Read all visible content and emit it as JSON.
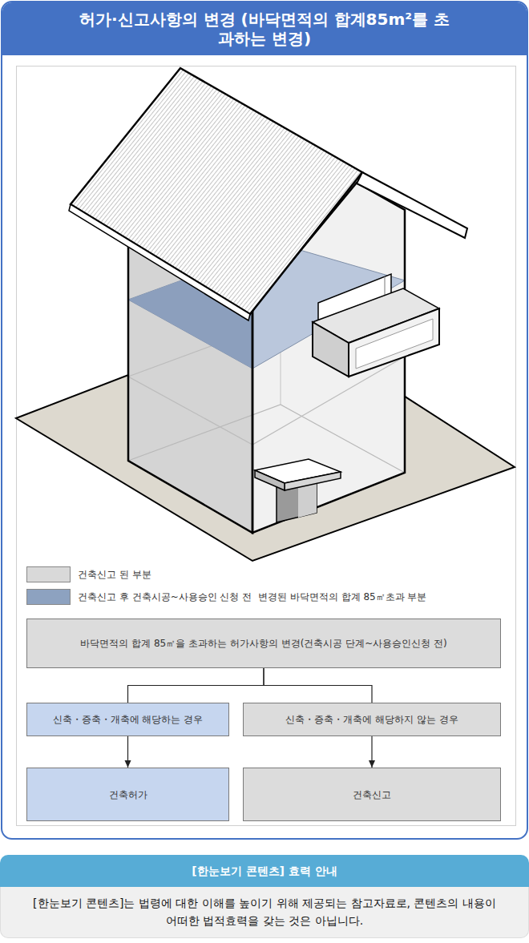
{
  "diagram": {
    "title": "허가·신고사항의 변경 (바닥면적의 합계85m²를 초과하는 변경)",
    "nodes": [
      {
        "text": [
          "바닥면적의 합계 85㎡을 초과하는 허가사항의 변경(건축시공 단계~사용승인신청 전)"
        ]
      },
      {
        "text": [
          "신축・증축・개축에 해당하는 경우"
        ]
      },
      {
        "text": [
          "신축・증축・개축에 해당하지 않는 경우"
        ]
      },
      {
        "text": [
          "건축허가"
        ]
      },
      {
        "text": [
          "건축신고"
        ]
      },
      {
        "text": [
          "[한눈보기 콘텐츠] 효력 안내",
          "[한눈보기 콘텐츠]는 법령에 대한 이해를 높이기 위해 제공되는 참고자료로, 콘텐츠의 내용이 어떠한 법적효력을 갖는 것은 아닙니다."
        ]
      }
    ],
    "edges": [
      {
        "from": 0,
        "to": 1,
        "arrow": "none"
      },
      {
        "from": 0,
        "to": 2,
        "arrow": "none"
      },
      {
        "from": 1,
        "to": 3,
        "arrow": "to"
      },
      {
        "from": 2,
        "to": 4,
        "arrow": "to"
      }
    ],
    "legend": [
      {
        "text": "건축신고 된 부분",
        "color": "#d9d9d9"
      },
      {
        "text": "건축신고 후 건축시공~사용승인 신청 전  변경된 바닥면적의 합계 85㎡초과 부분",
        "color": "#8da2c0"
      }
    ]
  }
}
